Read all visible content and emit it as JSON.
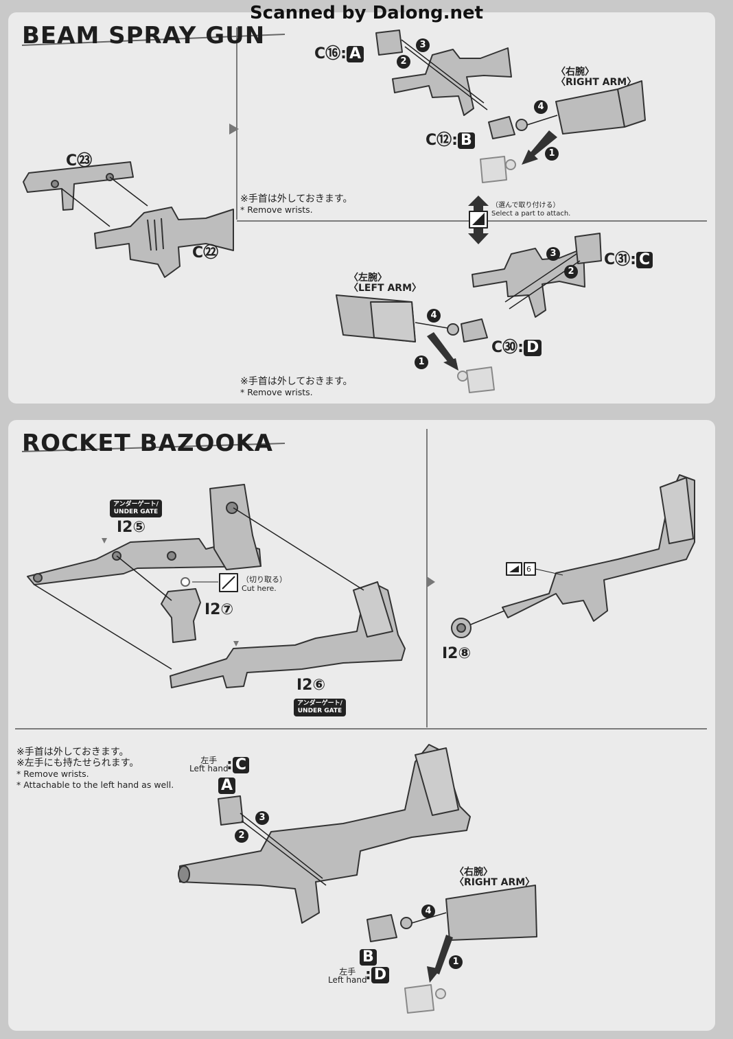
{
  "watermark": "Scanned by Dalong.net",
  "beam": {
    "title": "BEAM SPRAY GUN",
    "parts": {
      "c23": "C㉓",
      "c22": "C㉒",
      "c16": "C⑯",
      "c12": "C⑫",
      "c31": "C㉛",
      "c30": "C㉚",
      "A": "A",
      "B": "B",
      "C": "C",
      "D": "D",
      "colon": ":"
    },
    "note1_jp": "※手首は外しておきます。",
    "note1_en": "* Remove wrists.",
    "note2_jp": "※手首は外しておきます。",
    "note2_en": "* Remove wrists.",
    "right_arm_jp": "〈右腕〉",
    "right_arm_en": "〈RIGHT ARM〉",
    "left_arm_jp": "〈左腕〉",
    "left_arm_en": "〈LEFT ARM〉",
    "select_jp": "（選んで取り付ける）",
    "select_en": "Select a part to attach.",
    "steps": [
      "1",
      "2",
      "3",
      "4"
    ]
  },
  "rocket": {
    "title": "ROCKET BAZOOKA",
    "under_gate_jp": "アンダーゲート/",
    "under_gate_en": "UNDER GATE",
    "i25": "I2⑤",
    "i26": "I2⑥",
    "i27": "I2⑦",
    "i28": "I2⑧",
    "cut_jp": "（切り取る）",
    "cut_en": "Cut here.",
    "sticker": "6",
    "note_jp1": "※手首は外しておきます。",
    "note_jp2": "※左手にも持たせられます。",
    "note_en1": "* Remove wrists.",
    "note_en2": "* Attachable to the left hand as well.",
    "left_hand_jp": "左手",
    "left_hand_en": "Left hand",
    "right_arm_jp": "〈右腕〉",
    "right_arm_en": "〈RIGHT ARM〉",
    "parts": {
      "A": "A",
      "B": "B",
      "C": "C",
      "D": "D",
      "colon": ":"
    },
    "steps": [
      "1",
      "2",
      "3",
      "4"
    ]
  }
}
